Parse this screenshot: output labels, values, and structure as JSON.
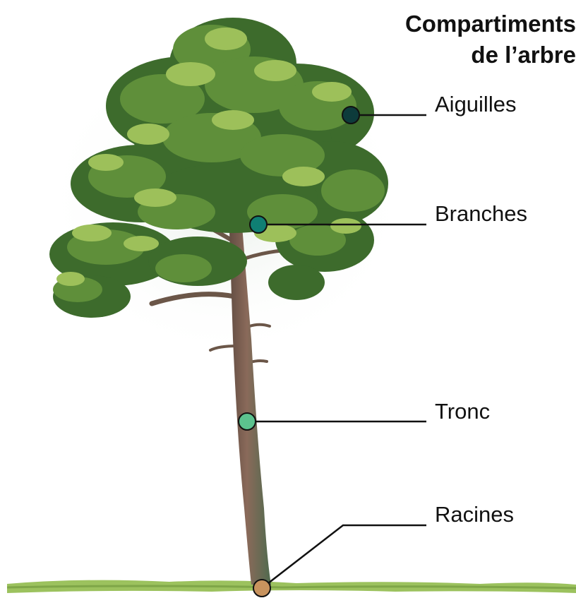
{
  "diagram": {
    "title_line1": "Compartiments",
    "title_line2": "de l’arbre",
    "compartments": [
      {
        "id": "aiguilles",
        "label": "Aiguilles",
        "marker_color": "#0d3b3b"
      },
      {
        "id": "branches",
        "label": "Branches",
        "marker_color": "#0f7f73"
      },
      {
        "id": "tronc",
        "label": "Tronc",
        "marker_color": "#5cc28e"
      },
      {
        "id": "racines",
        "label": "Racines",
        "marker_color": "#c8935e"
      }
    ]
  },
  "colors": {
    "foliage_dark": "#3d6b2c",
    "foliage_mid": "#5f8f3a",
    "foliage_light": "#9dc05a",
    "trunk": "#7a5a4c",
    "ground": "#9cc25e",
    "leader_line": "#111111"
  }
}
